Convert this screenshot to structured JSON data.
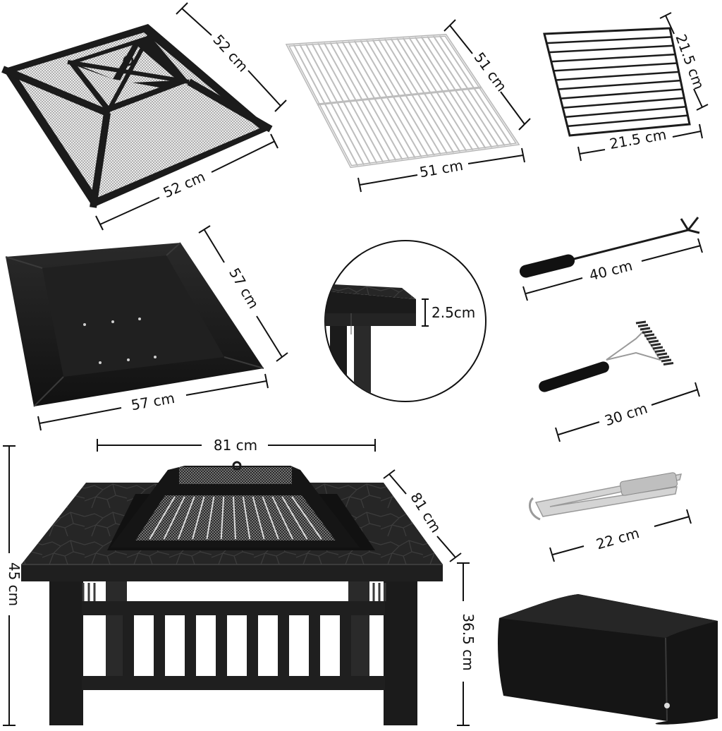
{
  "colors": {
    "metal": "#1b1b1b",
    "mesh": "#f2f2f2",
    "chrome": "#c9c9c9",
    "line": "#111111",
    "background": "#ffffff"
  },
  "items": {
    "spark_screen": {
      "icon": "spark-screen-lid-icon",
      "depth_label": "52 cm",
      "width_label": "52 cm"
    },
    "cooking_grill": {
      "icon": "grill-grate-icon",
      "depth_label": "51 cm",
      "width_label": "51 cm"
    },
    "log_grate": {
      "icon": "log-grate-icon",
      "depth_label": "21.5 cm",
      "width_label": "21.5 cm"
    },
    "fire_bowl": {
      "icon": "fire-bowl-icon",
      "depth_label": "57 cm",
      "width_label": "57 cm"
    },
    "tabletop_detail": {
      "icon": "tabletop-thickness-detail-icon",
      "thickness_label": "2.5cm"
    },
    "poker": {
      "icon": "fire-poker-icon",
      "length_label": "40 cm"
    },
    "brush": {
      "icon": "grill-brush-icon",
      "length_label": "30 cm"
    },
    "tongs": {
      "icon": "tongs-icon",
      "length_label": "22 cm"
    },
    "fire_pit_table": {
      "icon": "fire-pit-table-icon",
      "width_label": "81 cm",
      "depth_label": "81 cm",
      "total_height_label": "45 cm",
      "table_height_label": "36.5 cm"
    },
    "cover": {
      "icon": "rain-cover-icon"
    }
  }
}
